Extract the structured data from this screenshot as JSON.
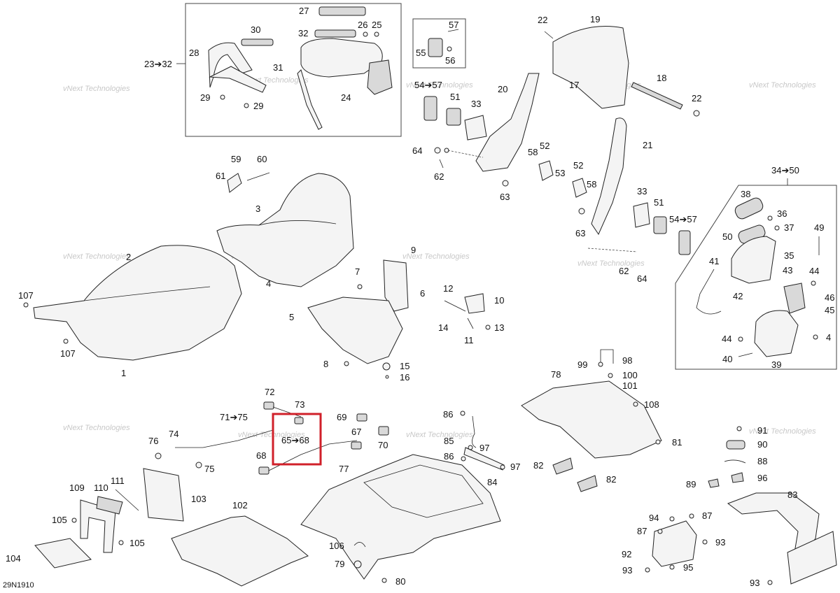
{
  "diagram": {
    "code": "29N1910",
    "watermark": "vNext Technologies",
    "highlight_color": "#d0202a",
    "labels": {
      "l27": "27",
      "l30": "30",
      "l32": "32",
      "l26": "26",
      "l25": "25",
      "l28": "28",
      "l2332": "23➔32",
      "l31": "31",
      "l24": "24",
      "l29a": "29",
      "l29b": "29",
      "l57": "57",
      "l55": "55",
      "l56": "56",
      "l5457a": "54➔57",
      "l51a": "51",
      "l33a": "33",
      "l20": "20",
      "l22a": "22",
      "l19": "19",
      "l17": "17",
      "l18": "18",
      "l22b": "22",
      "l64a": "64",
      "l62a": "62",
      "l58a": "58",
      "l52a": "52",
      "l53": "53",
      "l63a": "63",
      "l21": "21",
      "l52b": "52",
      "l58b": "58",
      "l33b": "33",
      "l51b": "51",
      "l5457b": "54➔57",
      "l63b": "63",
      "l62b": "62",
      "l64b": "64",
      "l59": "59",
      "l60": "60",
      "l61": "61",
      "l3": "3",
      "l4a": "4",
      "l2": "2",
      "l107a": "107",
      "l107b": "107",
      "l1": "1",
      "l9": "9",
      "l7": "7",
      "l6": "6",
      "l5": "5",
      "l12": "12",
      "l10": "10",
      "l14": "14",
      "l13": "13",
      "l11": "11",
      "l8": "8",
      "l15": "15",
      "l16": "16",
      "l3450": "34➔50",
      "l38": "38",
      "l36": "36",
      "l37": "37",
      "l50": "50",
      "l49": "49",
      "l35": "35",
      "l41": "41",
      "l43": "43",
      "l44a": "44",
      "l42": "42",
      "l46": "46",
      "l45": "45",
      "l44b": "44",
      "l4b": "4",
      "l40": "40",
      "l39": "39",
      "l99": "99",
      "l98": "98",
      "l100": "100",
      "l101": "101",
      "l78": "78",
      "l108": "108",
      "l91": "91",
      "l90": "90",
      "l81": "81",
      "l88": "88",
      "l82a": "82",
      "l82b": "82",
      "l89": "89",
      "l96": "96",
      "l83": "83",
      "l94": "94",
      "l87a": "87",
      "l87b": "87",
      "l93a": "93",
      "l92": "92",
      "l95": "95",
      "l93b": "93",
      "l93c": "93",
      "l72": "72",
      "l73": "73",
      "l7175": "71➔75",
      "l76": "76",
      "l74": "74",
      "l6568": "65➔68",
      "l68": "68",
      "l69": "69",
      "l67": "67",
      "l70": "70",
      "l75": "75",
      "l86a": "86",
      "l85": "85",
      "l97a": "97",
      "l86b": "86",
      "l97b": "97",
      "l84": "84",
      "l77": "77",
      "l109": "109",
      "l110": "110",
      "l111": "111",
      "l103": "103",
      "l105a": "105",
      "l105b": "105",
      "l104": "104",
      "l102": "102",
      "l106": "106",
      "l79": "79",
      "l80": "80"
    }
  }
}
